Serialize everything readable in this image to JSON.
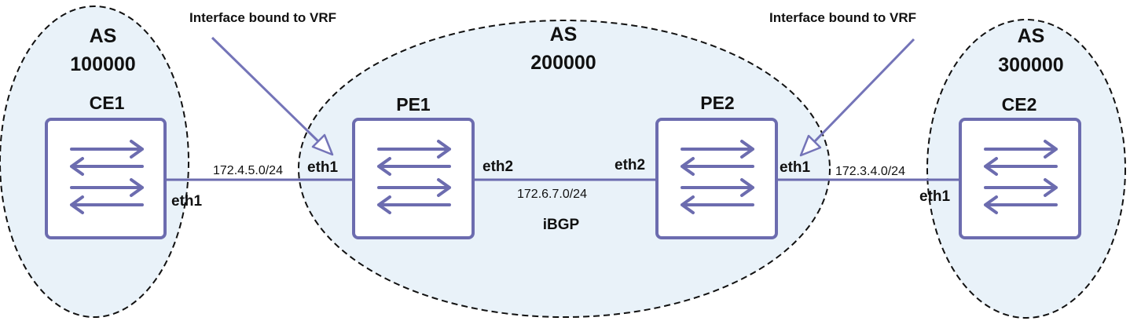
{
  "colors": {
    "zone_fill": "#e9f2f9",
    "zone_stroke": "#111111",
    "device_stroke": "#6c6caf",
    "link": "#6c6caf",
    "arrow": "#7474b8"
  },
  "icons": {
    "router": "bidirectional-arrows-icon"
  },
  "as_zones": [
    {
      "title": "AS",
      "number": "100000"
    },
    {
      "title": "AS",
      "number": "200000"
    },
    {
      "title": "AS",
      "number": "300000"
    }
  ],
  "devices": [
    {
      "name": "CE1"
    },
    {
      "name": "PE1"
    },
    {
      "name": "PE2"
    },
    {
      "name": "CE2"
    }
  ],
  "links": [
    {
      "subnet": "172.4.5.0/24",
      "left_if": "eth1",
      "right_if": "eth1"
    },
    {
      "subnet": "172.6.7.0/24",
      "left_if": "eth2",
      "right_if": "eth2",
      "protocol": "iBGP"
    },
    {
      "subnet": "172.3.4.0/24",
      "left_if": "eth1",
      "right_if": "eth1"
    }
  ],
  "annotations": [
    {
      "text": "Interface bound to VRF"
    },
    {
      "text": "Interface bound to VRF"
    }
  ]
}
